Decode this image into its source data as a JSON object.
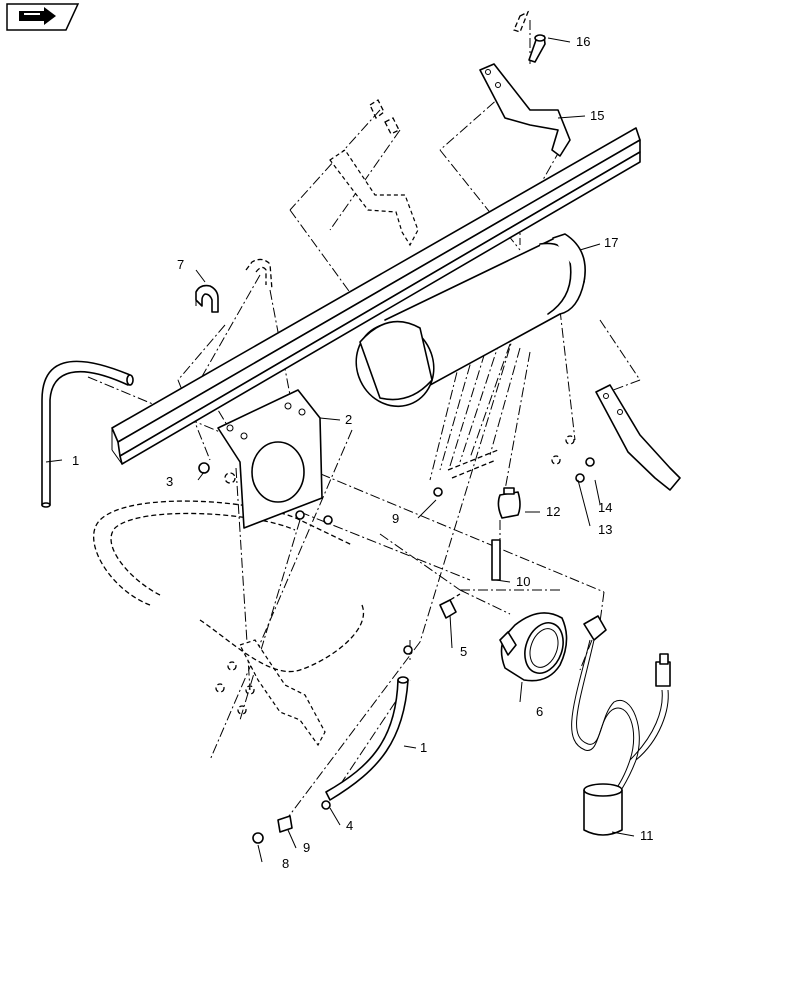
{
  "callouts": {
    "c1a": "1",
    "c1b": "1",
    "c2": "2",
    "c3": "3",
    "c4": "4",
    "c5": "5",
    "c6": "6",
    "c7": "7",
    "c8": "8",
    "c9a": "9",
    "c9b": "9",
    "c10": "10",
    "c11": "11",
    "c12": "12",
    "c13": "13",
    "c14": "14",
    "c15": "15",
    "c16": "16",
    "c17": "17"
  },
  "icons": {
    "corner": "arrow-page-icon"
  }
}
